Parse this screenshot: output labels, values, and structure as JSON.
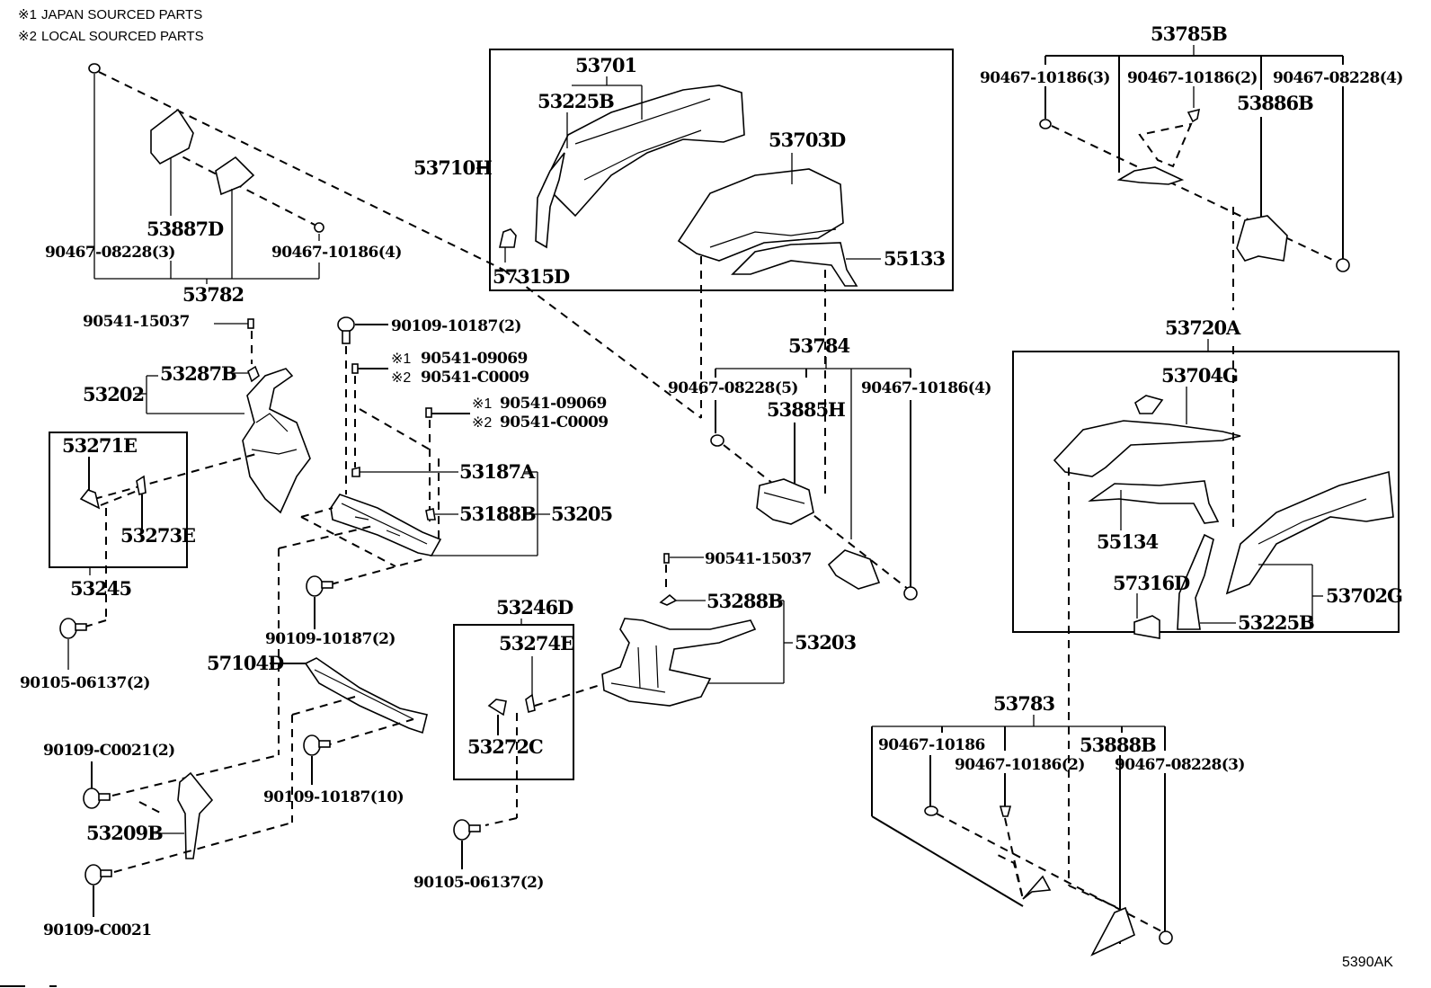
{
  "notes": [
    {
      "mark": "※1",
      "text": "JAPAN SOURCED PARTS"
    },
    {
      "mark": "※2",
      "text": "LOCAL SOURCED PARTS"
    }
  ],
  "diagram_code": "5390AK",
  "groups": {
    "g53782": {
      "assembly": "53782",
      "parts": [
        "53887D",
        "90467-08228(3)",
        "90467-10186(4)"
      ]
    },
    "g53710H": {
      "assembly": "53710H",
      "parts": [
        "53701",
        "53225B",
        "53703D",
        "57315D",
        "55133"
      ]
    },
    "g53785B": {
      "assembly": "53785B",
      "parts": [
        "90467-10186(3)",
        "90467-10186(2)",
        "90467-08228(4)",
        "53886B"
      ]
    },
    "g53720A": {
      "assembly": "53720A",
      "parts": [
        "53704G",
        "55134",
        "57316D",
        "53225B",
        "53702G"
      ]
    },
    "g53202": {
      "assembly": "53202",
      "parts": [
        "53287B",
        "90541-15037"
      ]
    },
    "g53245": {
      "assembly": "53245",
      "parts": [
        "53271E",
        "53273E"
      ]
    },
    "g53205": {
      "assembly": "53205",
      "parts": [
        "53187A",
        "53188B"
      ]
    },
    "g53784": {
      "assembly": "53784",
      "parts": [
        "90467-08228(5)",
        "53885H",
        "90467-10186(4)"
      ]
    },
    "g53203": {
      "assembly": "53203",
      "parts": [
        "90541-15037",
        "53288B"
      ]
    },
    "g53246D": {
      "assembly": "53246D",
      "parts": [
        "53274E",
        "53272C"
      ]
    },
    "g53783": {
      "assembly": "53783",
      "parts": [
        "90467-10186",
        "90467-10186(2)",
        "53888B",
        "90467-08228(3)"
      ]
    }
  },
  "standalone": {
    "bolt_90109_10187_2_top": "90109-10187(2)",
    "clip_a_j": "90541-09069",
    "clip_a_l": "90541-C0009",
    "clip_b_j": "90541-09069",
    "clip_b_l": "90541-C0009",
    "mark1": "※1",
    "mark2": "※2",
    "bolt_90105_left": "90105-06137(2)",
    "bolt_90109_10187_2_mid": "90109-10187(2)",
    "part_57104D": "57104D",
    "bolt_90109_C0021_2": "90109-C0021(2)",
    "bolt_90109_10187_10": "90109-10187(10)",
    "part_53209B": "53209B",
    "bolt_90109_C0021": "90109-C0021",
    "bolt_90105_mid": "90105-06137(2)"
  }
}
